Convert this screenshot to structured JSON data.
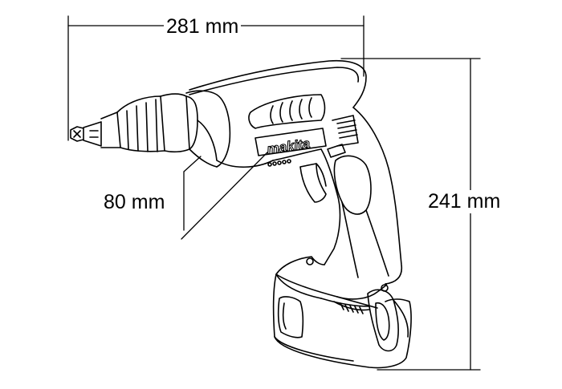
{
  "dimensions": {
    "length": "281 mm",
    "width": "80 mm",
    "height": "241 mm"
  },
  "product": {
    "brand_logo": "makita"
  },
  "colors": {
    "line": "#000000",
    "background": "#ffffff"
  }
}
